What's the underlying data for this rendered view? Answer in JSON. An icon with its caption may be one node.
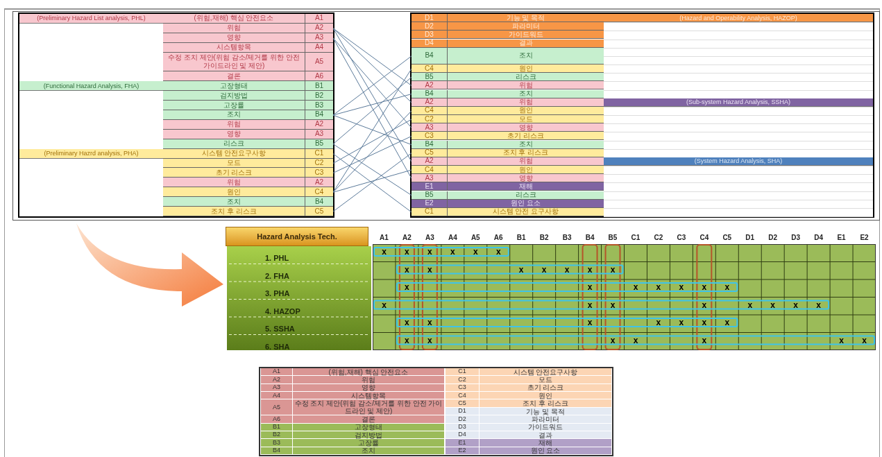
{
  "diagram": {
    "nodes": [
      {
        "text": [
          "(Preliminary Hazard List analysis, PHL)"
        ]
      },
      {
        "text": [
          "(Functional Hazard Analysis, FHA)"
        ]
      },
      {
        "text": [
          "(Preliminary Hazrd analysis, PHA)"
        ]
      },
      {
        "text": [
          "(위험,재해) 핵심 안전요소",
          "A1"
        ]
      },
      {
        "text": [
          "위험",
          "A2"
        ]
      },
      {
        "text": [
          "영향",
          "A3"
        ]
      },
      {
        "text": [
          "시스템항목",
          "A4"
        ]
      },
      {
        "text": [
          "수정 조치 제안(위험 감소/제거를 위한 안전 가이드라인 및 제안)",
          "A5"
        ]
      },
      {
        "text": [
          "결론",
          "A6"
        ]
      },
      {
        "text": [
          "고장형태",
          "B1"
        ]
      },
      {
        "text": [
          "검지방법",
          "B2"
        ]
      },
      {
        "text": [
          "고장률",
          "B3"
        ]
      },
      {
        "text": [
          "조치",
          "B4"
        ]
      },
      {
        "text": [
          "위험",
          "A2"
        ]
      },
      {
        "text": [
          "영향",
          "A3"
        ]
      },
      {
        "text": [
          "리스크",
          "B5"
        ]
      },
      {
        "text": [
          "시스템 안전요구사항",
          "C1"
        ]
      },
      {
        "text": [
          "모드",
          "C2"
        ]
      },
      {
        "text": [
          "초기 리스크",
          "C3"
        ]
      },
      {
        "text": [
          "위험",
          "A2"
        ]
      },
      {
        "text": [
          "원인",
          "C4"
        ]
      },
      {
        "text": [
          "조치",
          "B4"
        ]
      },
      {
        "text": [
          "조치 후 리스크",
          "C5"
        ]
      },
      {
        "text": [
          "(Hazard and Operability Analysis, HAZOP)"
        ]
      },
      {
        "text": [
          "(Sub-system Hazard Analysis, SSHA)"
        ]
      },
      {
        "text": [
          "(System Hazard Analysis, SHA)"
        ]
      },
      {
        "text": [
          "D1",
          "기능 및 목적"
        ]
      },
      {
        "text": [
          "D2",
          "파라미터"
        ]
      },
      {
        "text": [
          "D3",
          "가이드워드"
        ]
      },
      {
        "text": [
          "D4",
          "결과"
        ]
      },
      {
        "text": [
          "B4",
          "조치"
        ]
      },
      {
        "text": [
          "C4",
          "원인"
        ]
      },
      {
        "text": [
          "B5",
          "리스크"
        ]
      },
      {
        "text": [
          "A2",
          "위험"
        ]
      },
      {
        "text": [
          "B4",
          "조치"
        ]
      },
      {
        "text": [
          "A2",
          "위험"
        ]
      },
      {
        "text": [
          "C4",
          "원인"
        ]
      },
      {
        "text": [
          "C2",
          "모드"
        ]
      },
      {
        "text": [
          "A3",
          "영향"
        ]
      },
      {
        "text": [
          "C3",
          "초기 리스크"
        ]
      },
      {
        "text": [
          "B4",
          "조치"
        ]
      },
      {
        "text": [
          "C5",
          "조치 후 리스크"
        ]
      },
      {
        "text": [
          "A2",
          "위험"
        ]
      },
      {
        "text": [
          "C4",
          "원인"
        ]
      },
      {
        "text": [
          "A3",
          "영향"
        ]
      },
      {
        "text": [
          "E1",
          "재해"
        ]
      },
      {
        "text": [
          "B5",
          "리스크"
        ]
      },
      {
        "text": [
          "E2",
          "원인 요소"
        ]
      },
      {
        "text": [
          "C1",
          "시스템 안전 요구사항"
        ]
      }
    ],
    "edges": [
      {
        "from": 4,
        "to": 33,
        "arrow": "none"
      },
      {
        "from": 4,
        "to": 35,
        "arrow": "none"
      },
      {
        "from": 4,
        "to": 42,
        "arrow": "none"
      },
      {
        "from": 5,
        "to": 38,
        "arrow": "none"
      },
      {
        "from": 5,
        "to": 44,
        "arrow": "none"
      },
      {
        "from": 12,
        "to": 30,
        "arrow": "none"
      },
      {
        "from": 12,
        "to": 34,
        "arrow": "none"
      },
      {
        "from": 12,
        "to": 40,
        "arrow": "none"
      },
      {
        "from": 15,
        "to": 32,
        "arrow": "none"
      },
      {
        "from": 15,
        "to": 46,
        "arrow": "none"
      },
      {
        "from": 16,
        "to": 48,
        "arrow": "none"
      },
      {
        "from": 17,
        "to": 37,
        "arrow": "none"
      },
      {
        "from": 18,
        "to": 39,
        "arrow": "none"
      },
      {
        "from": 20,
        "to": 31,
        "arrow": "none"
      },
      {
        "from": 20,
        "to": 36,
        "arrow": "none"
      },
      {
        "from": 20,
        "to": 43,
        "arrow": "none"
      },
      {
        "from": 22,
        "to": 41,
        "arrow": "none"
      }
    ],
    "labels": [
      "Hazard Analysis Tech.",
      "A1",
      "A2",
      "A3",
      "A4",
      "A5",
      "A6",
      "B1",
      "B2",
      "B3",
      "B4",
      "B5",
      "C1",
      "C2",
      "C3",
      "C4",
      "C5",
      "D1",
      "D2",
      "D3",
      "D4",
      "E1",
      "E2",
      "1. PHL",
      "x",
      "x",
      "x",
      "x",
      "x",
      "x",
      "2. FHA",
      "x",
      "x",
      "x",
      "x",
      "x",
      "x",
      "x",
      "3. PHA",
      "x",
      "x",
      "x",
      "x",
      "x",
      "x",
      "x",
      "4. HAZOP",
      "x",
      "x",
      "x",
      "x",
      "x",
      "x",
      "x",
      "x",
      "5. SSHA",
      "x",
      "x",
      "x",
      "x",
      "x",
      "x",
      "x",
      "6. SHA",
      "x",
      "x",
      "x",
      "x",
      "x",
      "x",
      "x",
      "A1",
      "(위험,재해) 핵심 안전요소",
      "A2",
      "위험",
      "A3",
      "영향",
      "A4",
      "시스템항목",
      "A5",
      "수정 조치 제안(위험 감소/제거를 위한 안전 가이드라인 및 제안)",
      "A6",
      "결론",
      "B1",
      "고장형태",
      "B2",
      "검지방법",
      "B3",
      "고장률",
      "B4",
      "조치",
      "C1",
      "시스템 안전요구사항",
      "C2",
      "모드",
      "C3",
      "초기 리스크",
      "C4",
      "원인",
      "C5",
      "조치 후 리스크",
      "D1",
      "기능 및 목적",
      "D2",
      "파라미터",
      "D3",
      "가이드워드",
      "D4",
      "결과",
      "E1",
      "재해",
      "E2",
      "원인 요소"
    ]
  }
}
